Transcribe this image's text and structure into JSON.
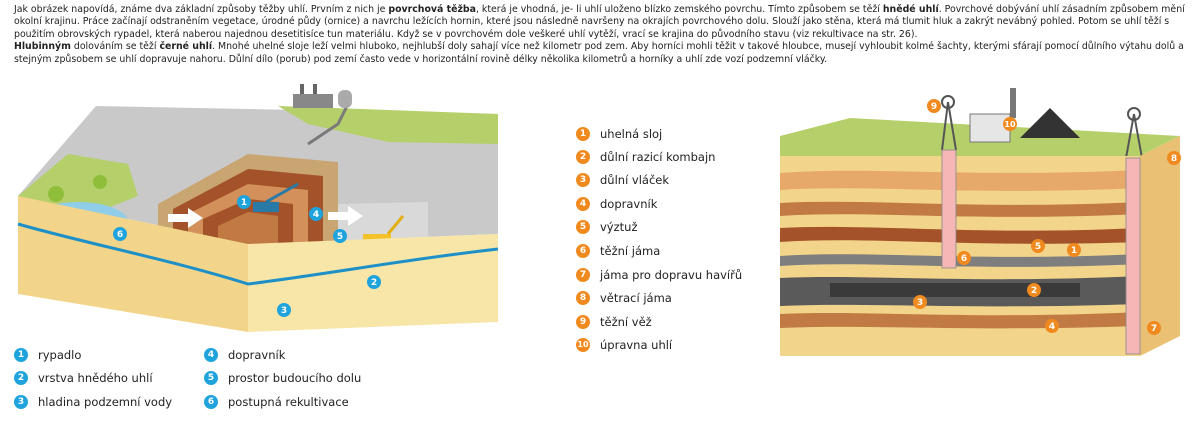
{
  "intro": {
    "p1": {
      "a": "Jak obrázek napovídá, známe dva základní způsoby těžby uhlí. Prvním z nich je ",
      "b": "povrchová těžba",
      "c": ", která je vhodná, je- li uhlí uloženo blízko zemského povrchu. Tímto způsobem se těží ",
      "d": "hnědé uhlí",
      "e": ". Povrchové dobývání uhlí zásadním způsobem mění okolní krajinu. Práce začínají odstraněním vegetace, úrodné půdy (ornice) a navrchu ležících hornin, které jsou následně navršeny na okrajích povrchového dolu. Slouží jako stěna, která má tlumit hluk a zakrýt nevábný pohled. Potom se uhlí těží s použitím obrovských rypadel, která naberou najednou desetitisíce tun materiálu. Když se v povrchovém dole veškeré uhlí vytěží, vrací se krajina do původního stavu (viz rekultivace na str. 26)."
    },
    "p2": {
      "a": "Hlubinným",
      "b": " dolováním se těží ",
      "c": "černé uhlí",
      "d": ". Mnohé uhelné sloje leží velmi hluboko, nejhlubší doly sahají více než kilometr pod zem. Aby horníci mohli těžit v takové hloubce, musejí vyhloubit kolmé šachty, kterými sfárají pomocí důlního výtahu dolů a stejným způsobem se uhlí dopravuje nahoru. Důlní dílo (porub) pod zemí často vede v horizontální rovině délky několika kilometrů a horníky a uhlí zde vozí podzemní vláčky."
    }
  },
  "legend_left": [
    {
      "n": "1",
      "label": "rypadlo"
    },
    {
      "n": "2",
      "label": "vrstva hnědého uhlí"
    },
    {
      "n": "3",
      "label": "hladina podzemní vody"
    },
    {
      "n": "4",
      "label": "dopravník"
    },
    {
      "n": "5",
      "label": "prostor budoucího dolu"
    },
    {
      "n": "6",
      "label": "postupná rekultivace"
    }
  ],
  "legend_right": [
    {
      "n": "1",
      "label": "uhelná sloj"
    },
    {
      "n": "2",
      "label": "důlní razicí kombajn"
    },
    {
      "n": "3",
      "label": "důlní vláček"
    },
    {
      "n": "4",
      "label": "dopravník"
    },
    {
      "n": "5",
      "label": "výztuž"
    },
    {
      "n": "6",
      "label": "těžní jáma"
    },
    {
      "n": "7",
      "label": "jáma pro dopravu havířů"
    },
    {
      "n": "8",
      "label": "větrací jáma"
    },
    {
      "n": "9",
      "label": "těžní věž"
    },
    {
      "n": "10",
      "label": "úpravna uhlí"
    }
  ],
  "markers_open": [
    "1",
    "2",
    "3",
    "4",
    "5",
    "6"
  ],
  "markers_deep": [
    "1",
    "2",
    "3",
    "4",
    "5",
    "6",
    "7",
    "8",
    "9",
    "10"
  ],
  "colors": {
    "blue_marker": "#1fa3dc",
    "orange_marker": "#f08a1e",
    "coal_brown": "#a3522a",
    "sand": "#f2d58a",
    "grass": "#b5cf6b",
    "water": "#1e90c8"
  }
}
